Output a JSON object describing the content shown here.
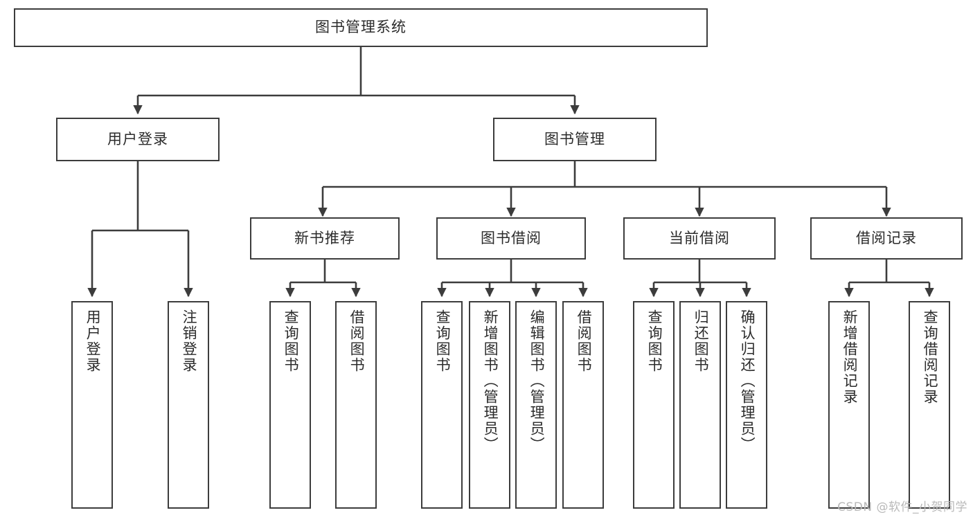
{
  "diagram": {
    "type": "tree-hierarchy",
    "title": "图书管理系统",
    "colors": {
      "background": "#ffffff",
      "node_fill": "#ffffff",
      "node_border": "#3c3c3c",
      "edge": "#3c3c3c",
      "text": "#2b2b2b",
      "watermark": "#b9b9b9"
    },
    "nodes": {
      "root": {
        "label": "图书管理系统",
        "orientation": "horizontal"
      },
      "level1": [
        {
          "label": "用户登录",
          "orientation": "horizontal"
        },
        {
          "label": "图书管理",
          "orientation": "horizontal"
        }
      ],
      "level2": [
        {
          "label": "新书推荐",
          "orientation": "horizontal"
        },
        {
          "label": "图书借阅",
          "orientation": "horizontal"
        },
        {
          "label": "当前借阅",
          "orientation": "horizontal"
        },
        {
          "label": "借阅记录",
          "orientation": "horizontal"
        }
      ],
      "leaves_user_login": [
        {
          "label": "用户登录",
          "orientation": "vertical"
        },
        {
          "label": "注销登录",
          "orientation": "vertical"
        }
      ],
      "leaves_new_book": [
        {
          "label": "查询图书",
          "orientation": "vertical"
        },
        {
          "label": "借阅图书",
          "orientation": "vertical"
        }
      ],
      "leaves_borrow": [
        {
          "label": "查询图书",
          "orientation": "vertical"
        },
        {
          "label": "新增图书（管理员）",
          "orientation": "vertical"
        },
        {
          "label": "编辑图书（管理员）",
          "orientation": "vertical"
        },
        {
          "label": "借阅图书",
          "orientation": "vertical"
        }
      ],
      "leaves_current": [
        {
          "label": "查询图书",
          "orientation": "vertical"
        },
        {
          "label": "归还图书",
          "orientation": "vertical"
        },
        {
          "label": "确认归还（管理员）",
          "orientation": "vertical"
        }
      ],
      "leaves_record": [
        {
          "label": "新增借阅记录",
          "orientation": "vertical"
        },
        {
          "label": "查询借阅记录",
          "orientation": "vertical"
        }
      ]
    },
    "watermark": "CSDN @软件_小贺同学"
  }
}
